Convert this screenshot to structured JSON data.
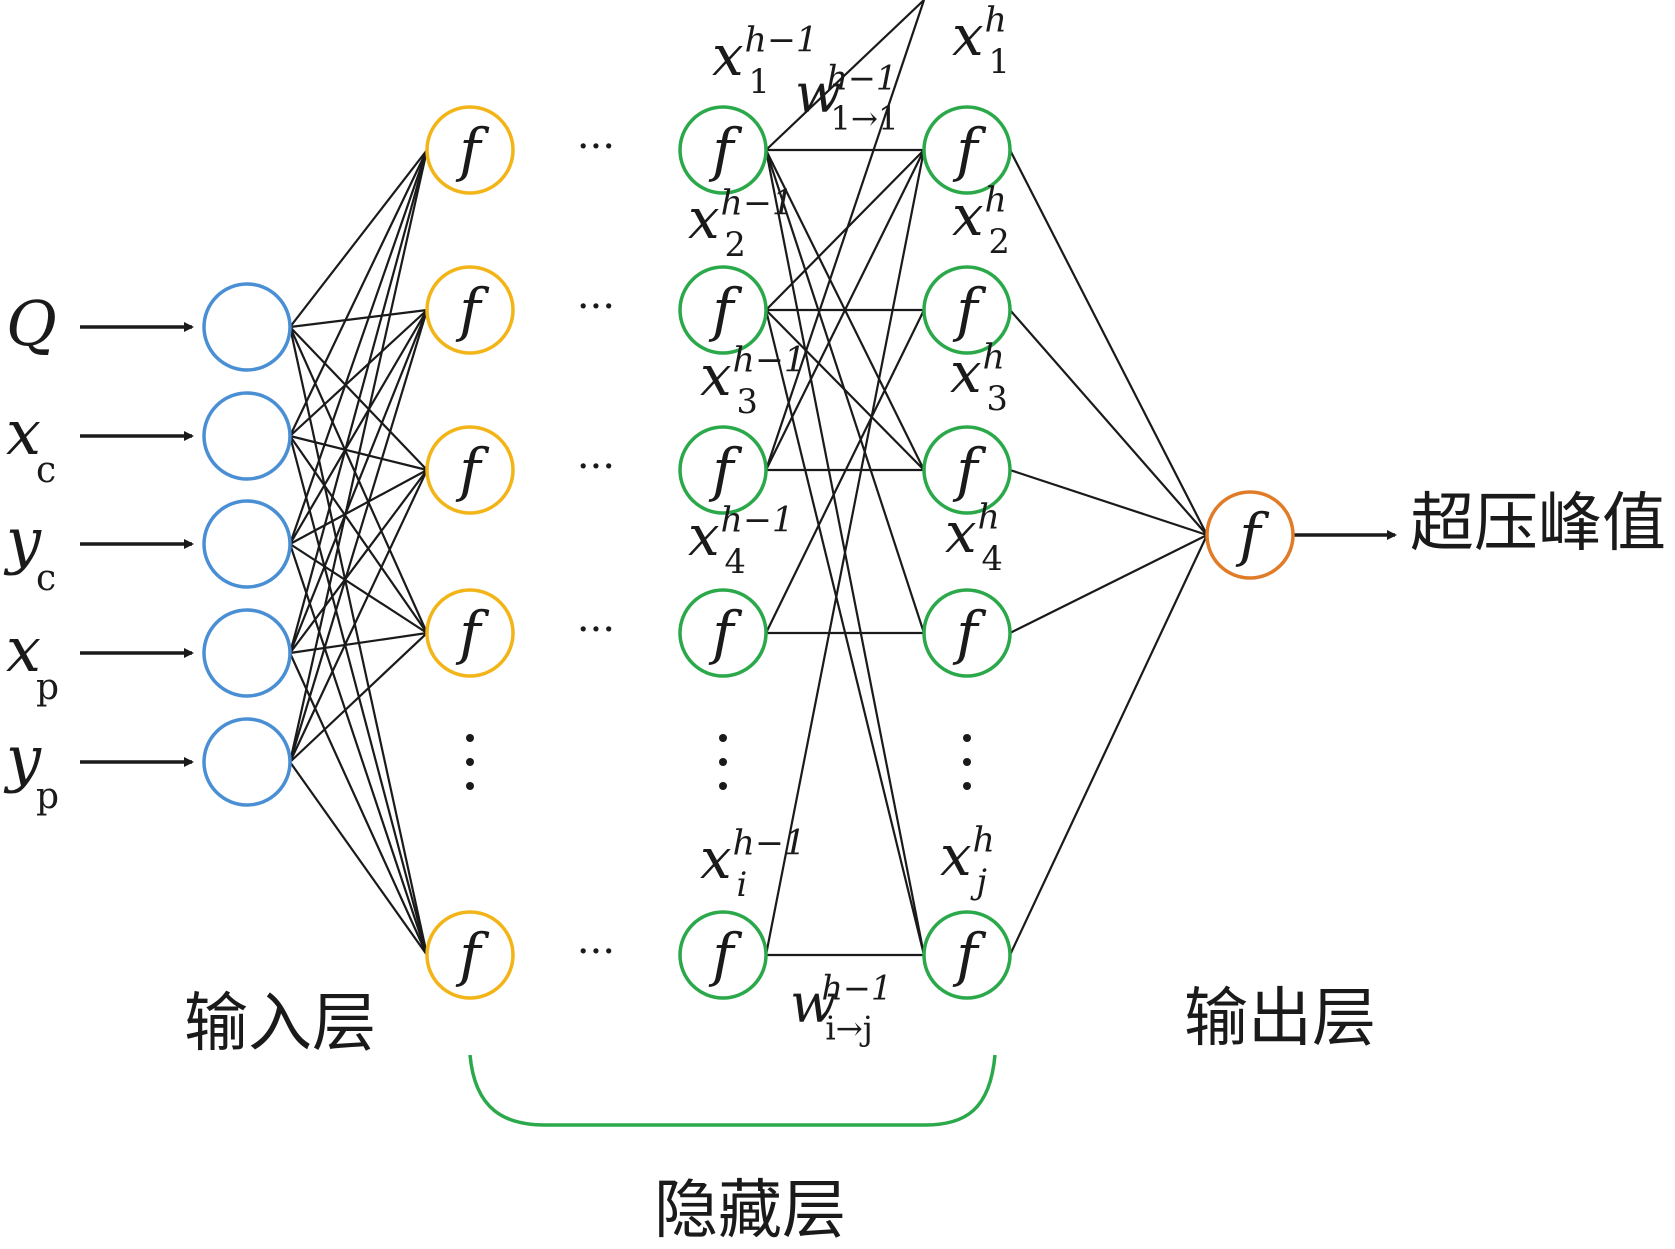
{
  "colors": {
    "input_node": "#4a8fd4",
    "hidden_first": "#f2b416",
    "hidden_green": "#2aa84a",
    "output_node": "#e07b28",
    "bracket": "#2aa84a",
    "edge": "#1a1a1a"
  },
  "node_symbol": "f",
  "inputs": [
    {
      "main": "Q",
      "sub": ""
    },
    {
      "main": "x",
      "sub": "c"
    },
    {
      "main": "y",
      "sub": "c"
    },
    {
      "main": "x",
      "sub": "p"
    },
    {
      "main": "y",
      "sub": "p"
    }
  ],
  "prev_layer_labels": [
    {
      "main": "x",
      "sup": "h−1",
      "sub": "1"
    },
    {
      "main": "x",
      "sup": "h−1",
      "sub": "2"
    },
    {
      "main": "x",
      "sup": "h−1",
      "sub": "3"
    },
    {
      "main": "x",
      "sup": "h−1",
      "sub": "4"
    },
    {
      "main": "x",
      "sup": "h−1",
      "sub": "i"
    }
  ],
  "curr_layer_labels": [
    {
      "main": "x",
      "sup": "h",
      "sub": "1"
    },
    {
      "main": "x",
      "sup": "h",
      "sub": "2"
    },
    {
      "main": "x",
      "sup": "h",
      "sub": "3"
    },
    {
      "main": "x",
      "sup": "h",
      "sub": "4"
    },
    {
      "main": "x",
      "sup": "h",
      "sub": "j"
    }
  ],
  "weights": {
    "top": {
      "main": "w",
      "sup": "h−1",
      "sub": "1→1"
    },
    "bottom": {
      "main": "w",
      "sup": "h−1",
      "sub": "i→j"
    }
  },
  "ellipsis_h": "···",
  "layer_labels": {
    "input": "输入层",
    "hidden": "隐藏层",
    "output": "输出层"
  },
  "output_label": "超压峰值",
  "connections": [
    [
      0,
      0
    ],
    [
      0,
      2
    ],
    [
      0,
      3
    ],
    [
      0,
      4
    ],
    [
      0,
      5
    ],
    [
      1,
      0
    ],
    [
      1,
      1
    ],
    [
      1,
      2
    ],
    [
      1,
      4
    ],
    [
      2,
      0
    ],
    [
      2,
      2
    ],
    [
      2,
      5
    ],
    [
      3,
      1
    ],
    [
      3,
      3
    ],
    [
      4,
      0
    ],
    [
      4,
      4
    ]
  ]
}
